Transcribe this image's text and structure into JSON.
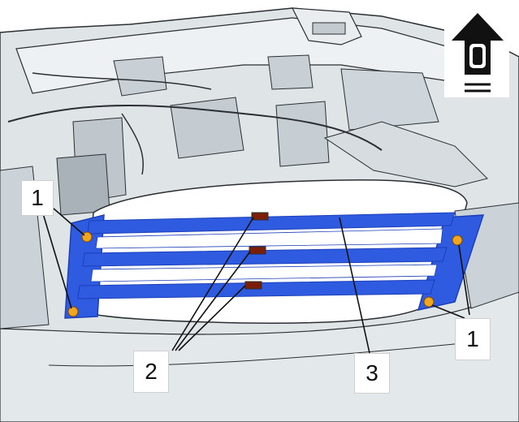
{
  "callouts": [
    {
      "id": "left-fasteners",
      "label": "1"
    },
    {
      "id": "clips",
      "label": "2"
    },
    {
      "id": "grille",
      "label": "3"
    },
    {
      "id": "right-fasteners",
      "label": "1"
    }
  ],
  "orientation_icon": "vehicle-front-arrow-icon",
  "colors": {
    "part_highlight": "#2f5be0",
    "part_highlight_dark": "#1b3fb8",
    "fastener": "#f2a51f",
    "clip": "#7a1e08",
    "engine_bay": "#d7dde1",
    "engine_bay_dark": "#a9b2b8",
    "outline": "#2b2f33"
  }
}
